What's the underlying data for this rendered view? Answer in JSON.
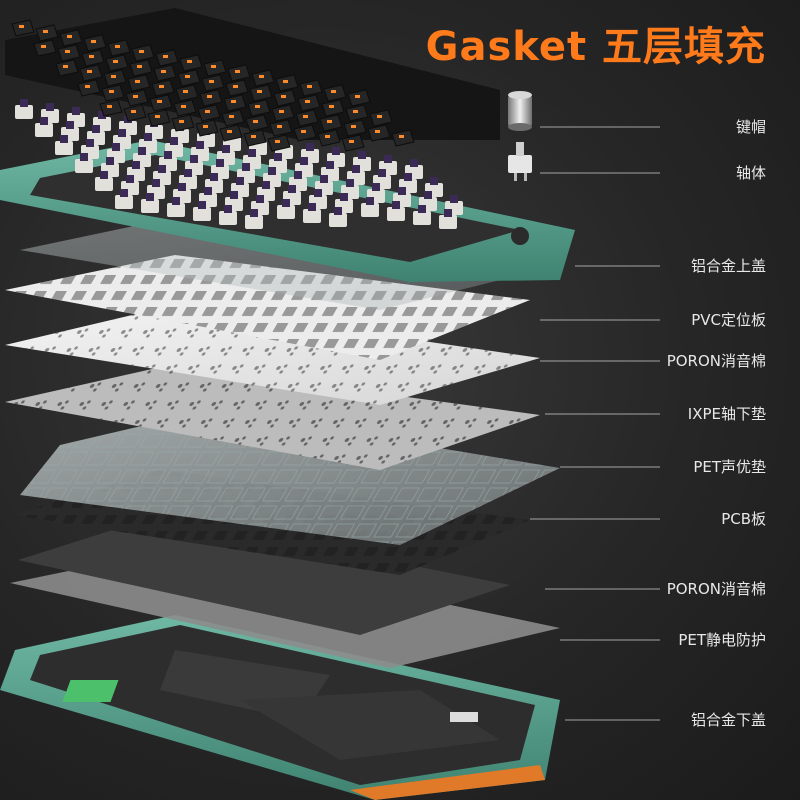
{
  "title": "Gasket 五层填充",
  "layers": [
    {
      "id": "keycap",
      "label": "键帽"
    },
    {
      "id": "switch",
      "label": "轴体"
    },
    {
      "id": "top-case",
      "label": "铝合金上盖"
    },
    {
      "id": "pvc-plate",
      "label": "PVC定位板"
    },
    {
      "id": "poron-foam-1",
      "label": "PORON消音棉"
    },
    {
      "id": "ixpe-pad",
      "label": "IXPE轴下垫"
    },
    {
      "id": "pet-sound-pad",
      "label": "PET声优垫"
    },
    {
      "id": "pcb",
      "label": "PCB板"
    },
    {
      "id": "poron-foam-2",
      "label": "PORON消音棉"
    },
    {
      "id": "pet-static",
      "label": "PET静电防护"
    },
    {
      "id": "bottom-case",
      "label": "铝合金下盖"
    }
  ],
  "colors": {
    "title": "#ff7a1a",
    "case_green": "#4f9a86",
    "keycap_black": "#1a1a1a",
    "legend_orange": "#ff8a2a",
    "switch_purple": "#3a2a55"
  }
}
